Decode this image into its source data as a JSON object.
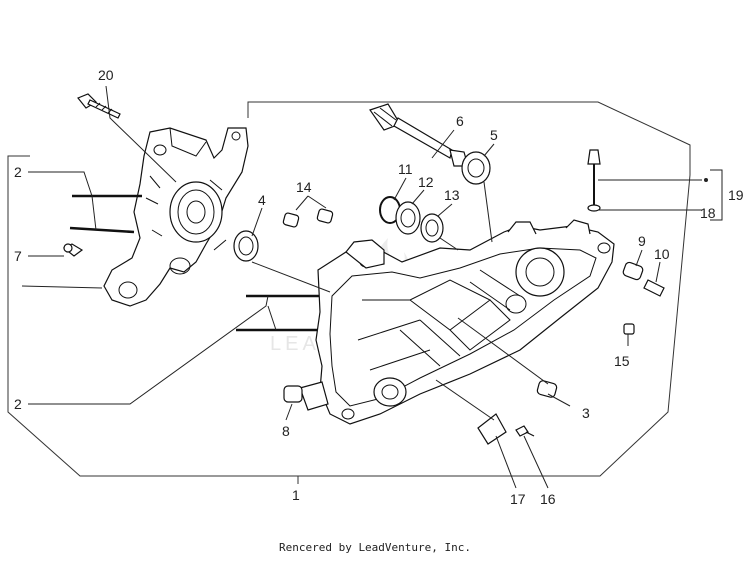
{
  "callouts": {
    "c1": "1",
    "c2a": "2",
    "c2b": "2",
    "c3": "3",
    "c4": "4",
    "c5": "5",
    "c6": "6",
    "c7": "7",
    "c8": "8",
    "c9": "9",
    "c10": "10",
    "c11": "11",
    "c12": "12",
    "c13": "13",
    "c14": "14",
    "c15": "15",
    "c16": "16",
    "c17": "17",
    "c18": "18",
    "c19": "19",
    "c20": "20"
  },
  "watermark": "LEADVENTURE",
  "credit": "Rencered by LeadVenture, Inc."
}
